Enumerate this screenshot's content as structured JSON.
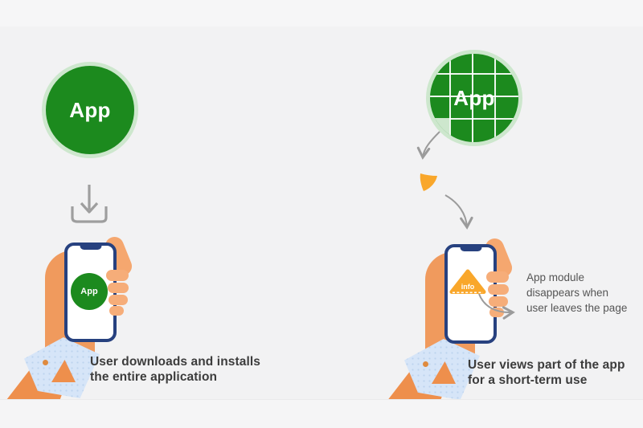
{
  "left": {
    "app_circle_label": "App",
    "phone_app_label": "App",
    "caption": "User downloads and installs\nthe entire application"
  },
  "right": {
    "app_circle_label": "App",
    "module_label": "info",
    "annotation": "App module\ndisappears when\nuser leaves the page",
    "caption": "User views part of the app\nfor a short-term use"
  },
  "icons": {
    "download": "download-icon",
    "curved_arrow": "curved-arrow-icon",
    "app_module_wedge": "app-module-wedge-icon"
  },
  "colors": {
    "app_green": "#1c8a1e",
    "green_halo": "#cde7cd",
    "module_orange": "#f9a72b",
    "phone_frame_navy": "#27417f",
    "arrow_gray": "#9b9b9b",
    "skin_orange": "#f09a5d",
    "sleeve_blue": "#d6e5f8",
    "background": "#f2f2f3"
  }
}
